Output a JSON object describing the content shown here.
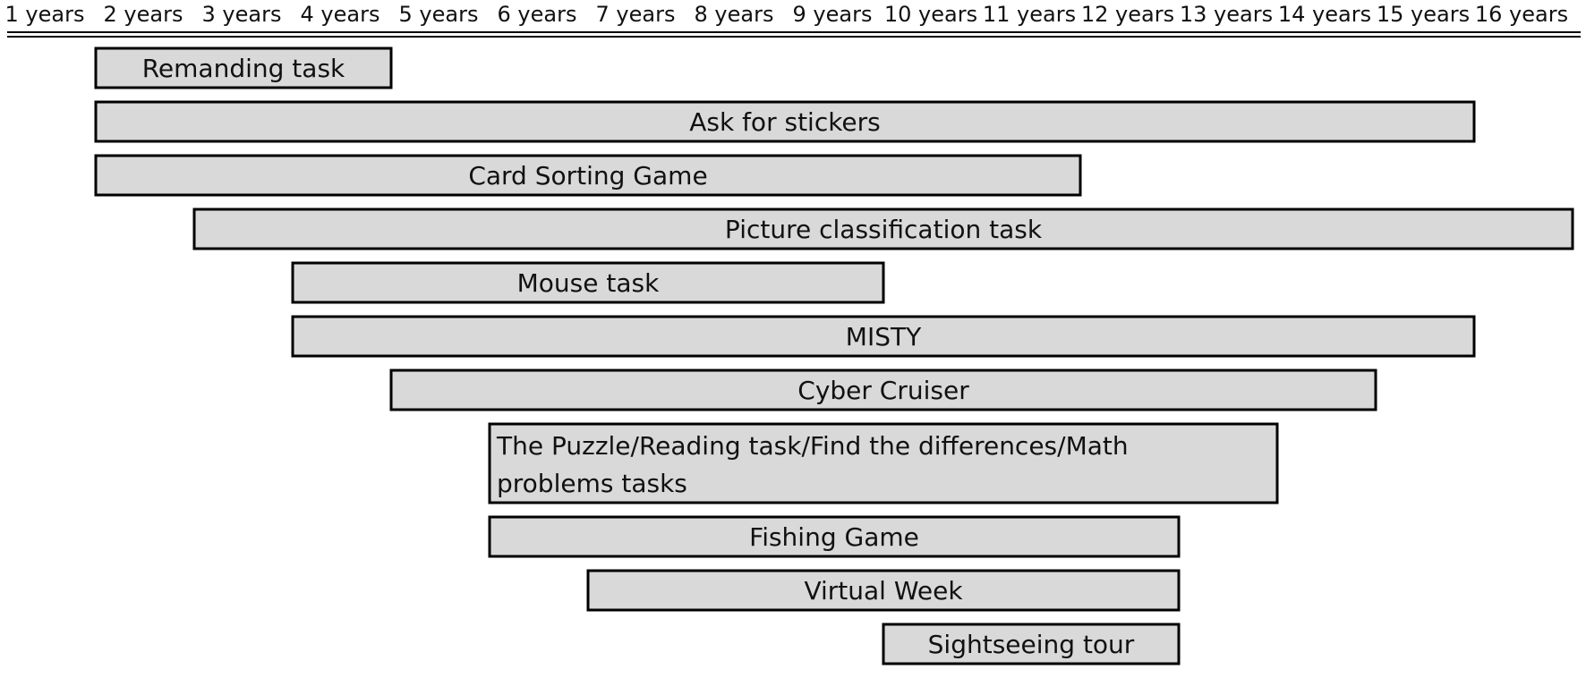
{
  "chart_data": {
    "type": "bar",
    "orientation": "horizontal-range",
    "title": "",
    "xlabel": "",
    "ylabel": "",
    "x_ticks": [
      "1 years",
      "2 years",
      "3 years",
      "4 years",
      "5 years",
      "6 years",
      "7 years",
      "8 years",
      "9 years",
      "10 years",
      "11 years",
      "12 years",
      "13 years",
      "14 years",
      "15 years",
      "16 years"
    ],
    "xlim": [
      1,
      16
    ],
    "x_unit": "years",
    "bar_color": "#d9d9d9",
    "grid": false,
    "legend": "none",
    "series": [
      {
        "name": "",
        "tasks": [
          {
            "label": "Remanding task",
            "start": 2,
            "end": 5
          },
          {
            "label": "Ask for stickers",
            "start": 2,
            "end": 16
          },
          {
            "label": "Card Sorting Game",
            "start": 2,
            "end": 12
          },
          {
            "label": "Picture classification task",
            "start": 3,
            "end": 17
          },
          {
            "label": "Mouse task",
            "start": 4,
            "end": 10
          },
          {
            "label": "MISTY",
            "start": 4,
            "end": 16
          },
          {
            "label": "Cyber Cruiser",
            "start": 5,
            "end": 15
          },
          {
            "label": "The Puzzle/Reading task/Find the differences/Math problems tasks",
            "start": 6,
            "end": 14
          },
          {
            "label": "Fishing Game",
            "start": 6,
            "end": 13
          },
          {
            "label": "Virtual Week",
            "start": 7,
            "end": 13
          },
          {
            "label": "Sightseeing tour",
            "start": 10,
            "end": 13
          }
        ]
      }
    ]
  }
}
